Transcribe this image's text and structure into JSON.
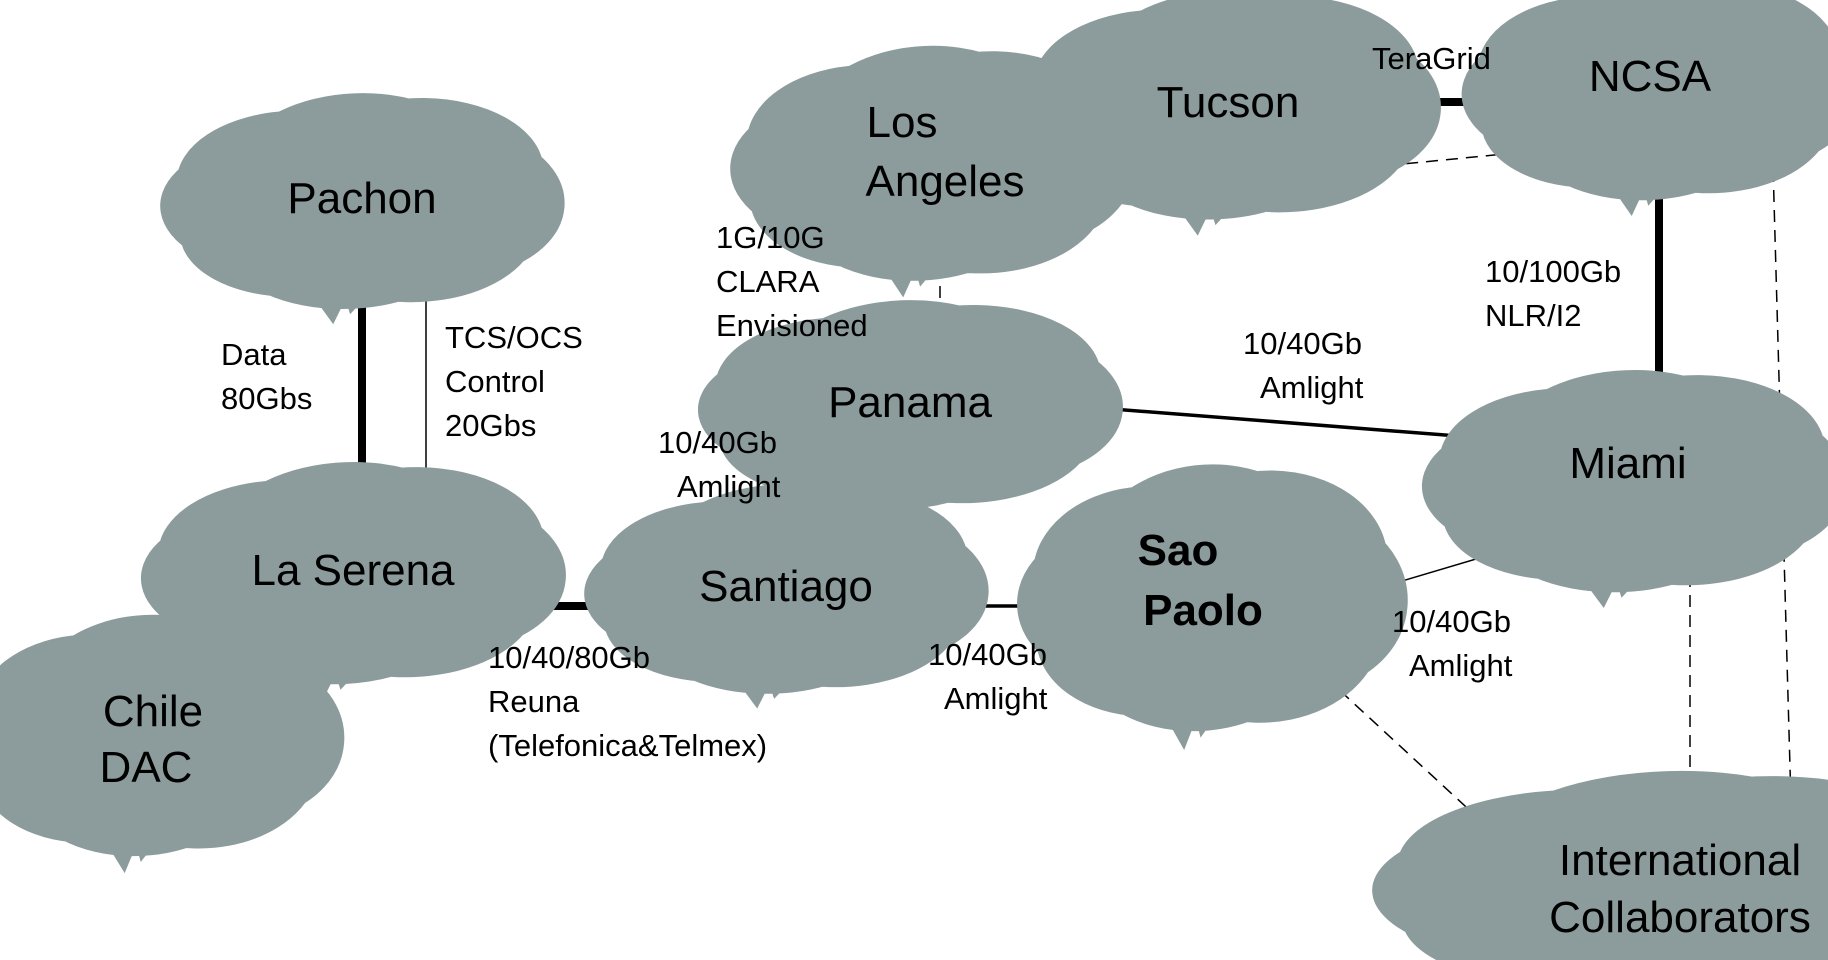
{
  "nodes": {
    "pachon": [
      "Pachon"
    ],
    "la_serena": [
      "La Serena"
    ],
    "chile_dac": [
      "Chile",
      "DAC"
    ],
    "santiago": [
      "Santiago"
    ],
    "panama": [
      "Panama"
    ],
    "los_angeles": [
      "Los",
      "Angeles"
    ],
    "tucson": [
      "Tucson"
    ],
    "ncsa": [
      "NCSA"
    ],
    "miami": [
      "Miami"
    ],
    "sao_paolo": [
      "Sao",
      "Paolo"
    ],
    "international_collaborators": [
      "International",
      "Collaborators"
    ]
  },
  "links": {
    "pachon_data": [
      "Data",
      "80Gbs"
    ],
    "pachon_control": [
      "TCS/OCS",
      "Control",
      "20Gbs"
    ],
    "la_serena_santiago": [
      "10/40/80Gb",
      "Reuna",
      "(Telefonica&Telmex)"
    ],
    "santiago_panama": [
      "10/40Gb",
      "Amlight"
    ],
    "santiago_sao_paolo": [
      "10/40Gb",
      "Amlight"
    ],
    "panama_los_angeles": [
      "1G/10G",
      "CLARA",
      "Envisioned"
    ],
    "panama_miami": [
      "10/40Gb",
      "Amlight"
    ],
    "tucson_ncsa": [
      "TeraGrid"
    ],
    "ncsa_miami": [
      "10/100Gb",
      "NLR/I2"
    ],
    "sao_paolo_miami": [
      "10/40Gb",
      "Amlight"
    ]
  }
}
